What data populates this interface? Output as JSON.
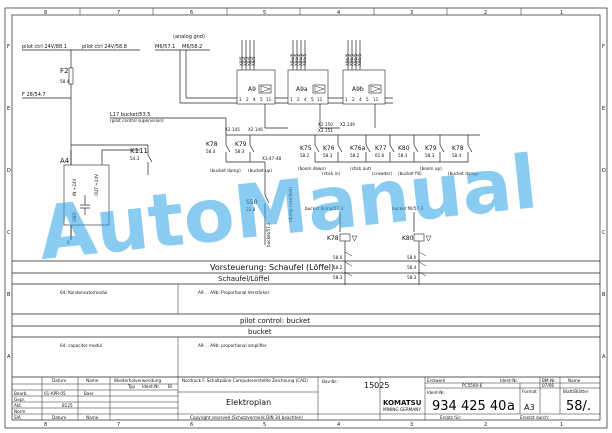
{
  "frame": {
    "columns": [
      "8",
      "7",
      "6",
      "5",
      "4",
      "3",
      "2",
      "1"
    ],
    "rows": [
      "F",
      "E",
      "D",
      "C",
      "B",
      "A"
    ]
  },
  "rails": {
    "ctrl1": "pilot ctrl 24V/88.1",
    "ctrl2": "pilot ctrl 24V/58.8",
    "analog_gnd": "(analog gnd)",
    "m6_a": "M6/57.1",
    "m6_b": "M6/58.2",
    "f28_label": "F28",
    "f28_val": "58.4",
    "f_rail": "F 28/54.7",
    "l17": "L17 bucket/53.5",
    "supervision": "(pilot control supervision)"
  },
  "amplifiers": [
    {
      "name": "A9",
      "wires": [
        "X9/5",
        "X9/5",
        "X9/5",
        "X9/5"
      ]
    },
    {
      "name": "A9a",
      "wires": [
        "X9a/5",
        "X9a/5",
        "X9a/5",
        "X9a/5"
      ]
    },
    {
      "name": "A9b",
      "wires": [
        "X9b/5",
        "X9b/5",
        "X9b/5",
        "X9b/5"
      ]
    }
  ],
  "pins": [
    "1",
    "2",
    "4",
    "5",
    "11"
  ],
  "a4": {
    "name": "A4",
    "in_label": "IN +24V",
    "out_label": "OUT +24V",
    "gnd_label": "GND",
    "bottom": "0"
  },
  "k111": {
    "name": "K111",
    "ref": "54.3"
  },
  "relays_left": [
    {
      "name": "K78",
      "ref": "58.4",
      "caption": "(bucket dump)"
    },
    {
      "name": "K79",
      "ref": "58.3",
      "caption": "(bucket up)"
    }
  ],
  "relays_right": [
    {
      "name": "K75",
      "ref": "58.2",
      "caption": "(boom down)"
    },
    {
      "name": "K76",
      "ref": "58.3",
      "caption": "(stick in)"
    },
    {
      "name": "K76a",
      "ref": "58.2",
      "caption": "(stick out)"
    },
    {
      "name": "K77",
      "ref": "61.6",
      "caption": "(crowder)"
    },
    {
      "name": "K80",
      "ref": "58.3",
      "caption": "(bucket fill)"
    },
    {
      "name": "K79",
      "ref": "58.3",
      "caption": "(boom up)"
    },
    {
      "name": "K78",
      "ref": "58.4",
      "caption": "(bucket dump)"
    }
  ],
  "connectors": {
    "x2_145": "X2.145",
    "x2_146": "X2.146",
    "x2_150": "X2.150",
    "x2_151": "X2.151",
    "x2_149": "X2.149",
    "x3": "X3:47-48"
  },
  "s50": {
    "name": "S50",
    "ref": "32.8",
    "caption": "(dump manifold)",
    "supply": "bucket/57.2"
  },
  "coils": [
    {
      "name": "K78",
      "title": "bucket dump/57.3",
      "refs": [
        "58.0",
        "58.2",
        "58.3"
      ]
    },
    {
      "name": "K80",
      "title": "bucket fill/57.3",
      "refs": [
        "58.0",
        "58.4",
        "58.3"
      ]
    }
  ],
  "desc": {
    "row1": "Vorsteuerung: Schaufel (Löffel)",
    "row2": "Schaufel/Löffel",
    "row3_left": "64: Kondensatormodul",
    "row3_right": "A9 ... A9b: Proportional Verstärker",
    "row4": "pilot control: bucket",
    "row5": "bucket",
    "row6_left": "64: capacitor modul",
    "row6_right": "A9 ... A9b: proportional amplifier"
  },
  "title_block": {
    "col_datum": "Datum",
    "col_name": "Name",
    "col_wieder": "Wiederholverwendung",
    "col_typ": "Typ",
    "col_ident": "Ident-Nr.",
    "col_bl": "Bl",
    "bearb_label": "Bearb.",
    "bearb_date": "01-APR-05",
    "bearb_name": "Baer",
    "gepr_label": "Gepr.",
    "akt_label": "Akt.",
    "akt_name": "8125",
    "norm_label": "Norm",
    "sheet_label": "Elektroplan",
    "cad_note": "Nordruck F. Schaltpläne    Computererstellte Zeichnung (CAD)",
    "copyright": "Copyright reserved (Schutzvermerk DIN 34 beachten)",
    "bav_label": "Bav-Nr.:",
    "bav_num": "15025",
    "erstwert_label": "Erstwerk",
    "typ_val": "PC5500-6",
    "ident_label": "Ident-Nr.",
    "ident_val": "934 425 40",
    "rev": "a",
    "format_label": "Format",
    "format_val": "A3",
    "blatt_label": "Blatt/Blätter",
    "blatt_val": "58/.",
    "date_small": "07/06",
    "bm_label": "BM-Nr.",
    "name_label": "Name",
    "ersatz_fur": "Ersatz für:",
    "ersatz_durch": "Ersetzt durch:",
    "brand": "KOMATSU",
    "brand_sub": "MINING GERMANY",
    "sia": "SIA"
  },
  "watermark": "AutoManual"
}
